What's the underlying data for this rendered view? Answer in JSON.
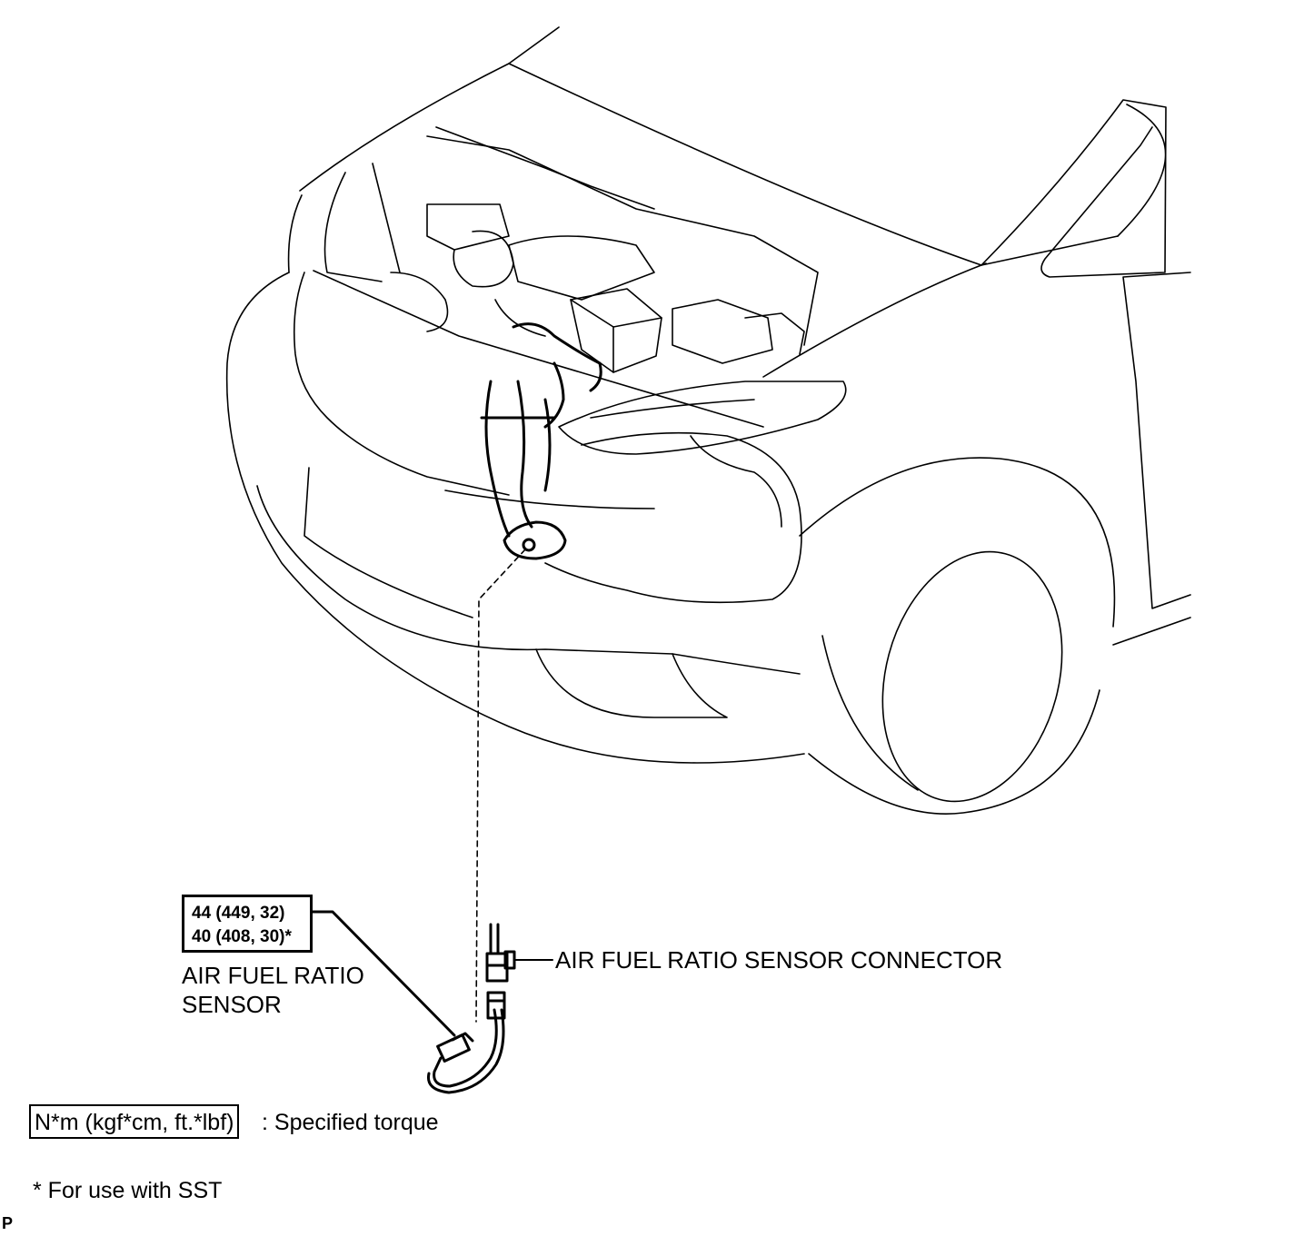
{
  "labels": {
    "torque_value_1": "44 (449, 32)",
    "torque_value_2": "40 (408, 30)*",
    "sensor_line1": "AIR FUEL RATIO",
    "sensor_line2": "SENSOR",
    "connector": "AIR FUEL RATIO SENSOR CONNECTOR"
  },
  "legend": {
    "unit_box": "N*m (kgf*cm, ft.*lbf)",
    "unit_desc": ": Specified torque",
    "sst_note": "* For use with SST"
  },
  "figure_code": "P",
  "icons": [
    "car-front-illustration",
    "exhaust-manifold-drawing",
    "air-fuel-ratio-sensor-drawing",
    "sensor-connector-drawing"
  ]
}
